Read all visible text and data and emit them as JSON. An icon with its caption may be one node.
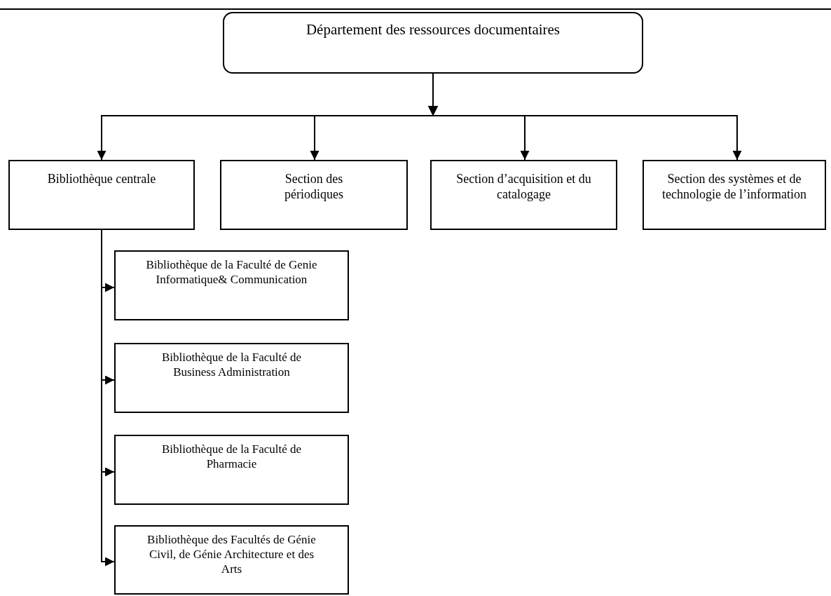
{
  "diagram": {
    "nodes": [
      {
        "text": [
          "Département des ressources documentaires"
        ]
      },
      {
        "text": [
          "Bibliothèque centrale"
        ]
      },
      {
        "text": [
          "Section des périodiques"
        ]
      },
      {
        "text": [
          "Section d’acquisition et du catalogage"
        ]
      },
      {
        "text": [
          "Section des systèmes et de technologie de l’information"
        ]
      },
      {
        "text": [
          "Bibliothèque de la Faculté de Genie Informatique& Communication"
        ]
      },
      {
        "text": [
          "Bibliothèque de la Faculté de Business Administration"
        ]
      },
      {
        "text": [
          "Bibliothèque de la Faculté de Pharmacie"
        ]
      },
      {
        "text": [
          "Bibliothèque des Facultés de Génie Civil, de Génie Architecture et des Arts"
        ]
      }
    ],
    "edges": [
      {
        "from": 0,
        "to": 1,
        "arrow": "to"
      },
      {
        "from": 0,
        "to": 2,
        "arrow": "to"
      },
      {
        "from": 0,
        "to": 3,
        "arrow": "to"
      },
      {
        "from": 0,
        "to": 4,
        "arrow": "to"
      },
      {
        "from": 1,
        "to": 5,
        "arrow": "to"
      },
      {
        "from": 1,
        "to": 6,
        "arrow": "to"
      },
      {
        "from": 1,
        "to": 7,
        "arrow": "to"
      },
      {
        "from": 1,
        "to": 8,
        "arrow": "to"
      }
    ]
  }
}
